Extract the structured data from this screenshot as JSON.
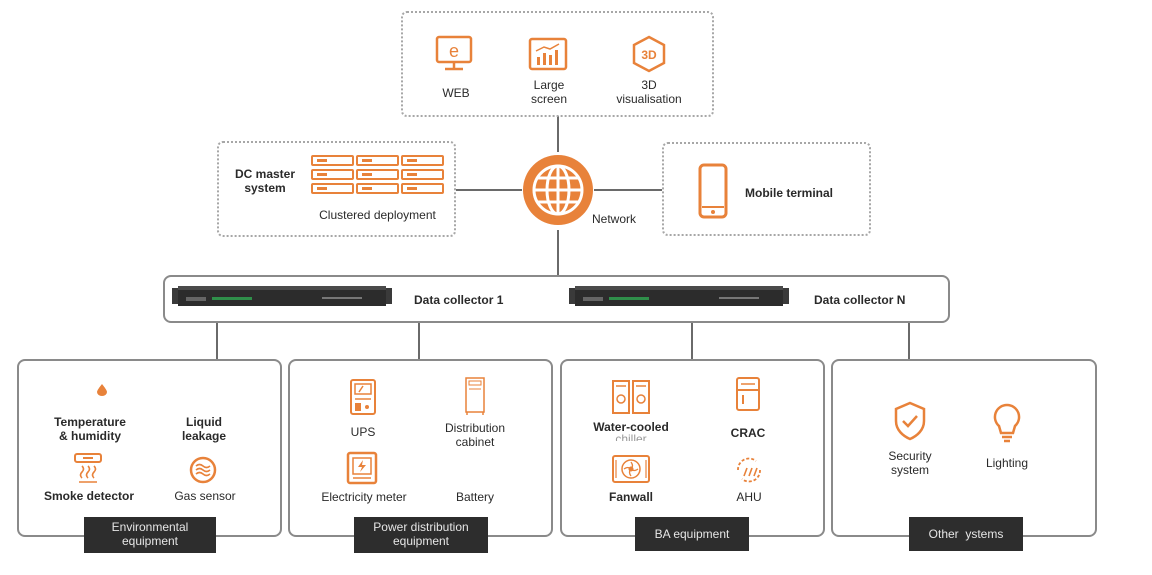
{
  "colors": {
    "accent": "#e8823a",
    "frame": "#8a8a8a",
    "dashed": "#a7a7a7",
    "tag_bg": "#2d2d2d",
    "line": "#6a6a6a"
  },
  "clients": {
    "web": {
      "label": "WEB",
      "icon": "web-browser-icon"
    },
    "large_screen": {
      "label_line1": "Large",
      "label_line2": "screen",
      "icon": "bar-chart-screen-icon"
    },
    "visualisation_3d": {
      "label_line1": "3D",
      "label_line2": "visualisation",
      "icon": "3d-cube-icon"
    }
  },
  "master": {
    "label_line1": "DC master",
    "label_line2": "system",
    "deployment": "Clustered deployment",
    "icon": "server-cluster-icon"
  },
  "network": {
    "label": "Network",
    "icon": "globe-icon"
  },
  "mobile": {
    "label": "Mobile terminal",
    "icon": "smartphone-icon"
  },
  "collectors": [
    {
      "label": "Data collector 1",
      "icon": "rack-device-icon"
    },
    {
      "label": "Data collector N",
      "icon": "rack-device-icon"
    }
  ],
  "groups": {
    "environmental": {
      "tag_line1": "Environmental",
      "tag_line2": "equipment",
      "items": {
        "temp": {
          "line1": "Temperature",
          "line2": "& humidity",
          "icon": "water-drop-icon"
        },
        "liquid": {
          "line1": "Liquid",
          "line2": "leakage"
        },
        "smoke": {
          "label": "Smoke detector",
          "icon": "smoke-detector-icon"
        },
        "gas": {
          "label": "Gas sensor",
          "icon": "gas-sensor-icon"
        }
      }
    },
    "power": {
      "tag_line1": "Power distribution",
      "tag_line2": "equipment",
      "items": {
        "ups": {
          "label": "UPS",
          "icon": "ups-icon"
        },
        "cabinet": {
          "line1": "Distribution",
          "line2": "cabinet",
          "icon": "cabinet-icon"
        },
        "meter": {
          "label": "Electricity meter",
          "icon": "electricity-meter-icon"
        },
        "battery": {
          "label": "Battery"
        }
      }
    },
    "ba": {
      "tag": "BA equipment",
      "items": {
        "chiller": {
          "line1": "Water-cooled",
          "line2": "chiller",
          "icon": "chiller-icon"
        },
        "crac": {
          "label": "CRAC",
          "icon": "crac-icon"
        },
        "fanwall": {
          "label": "Fanwall",
          "icon": "fanwall-icon"
        },
        "ahu": {
          "label": "AHU",
          "icon": "ahu-icon"
        }
      }
    },
    "other": {
      "tag": "Other  ystems",
      "items": {
        "security": {
          "line1": "Security",
          "line2": "system",
          "icon": "shield-check-icon"
        },
        "lighting": {
          "label": "Lighting",
          "icon": "light-bulb-icon"
        }
      }
    }
  }
}
